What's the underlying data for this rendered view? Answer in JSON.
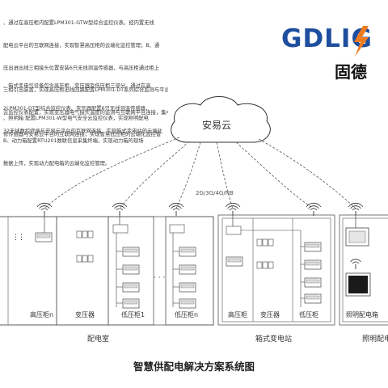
{
  "intro": {
    "p1": [
      "、通过在高压柜内配置LPM301-GTW型综合监控仪表，经内置无线",
      "配电云平台的互联网连接，实现智慧高压柜的云端化监控管理；B、通",
      "压出进出线三相接头位置安装6只无线测温传感器，与高压柜通过柜上",
      "三相引出装置，实现高压柜出线回路配置LPM301-DT系列综合监测与平台上",
      "云监控仪表配置，实现变压器电气接头温度的监测与互联网平台连接，集中经",
      "修传感器与安易云平台的互联网连接，实现智慧低压柜的云端化监控管"
    ],
    "p2": [
      "、箱式变电气设备包含高压柜、变压器及低压柜三部分。通过在高",
      "2LPM301-DT型综合监控仪表、变压器配置6只无线测温传感器，",
      "32无线数控终端与安易云平台的互联网连接，实现箱式变电站的云端化"
    ],
    "p3": [
      "、照明箱 配置LPM301-W型电气安全云监控仪表，实现照明配电",
      "B、动力箱配置RTU201数联信息采集终端，实现动力箱的现场",
      "数据上传，实现动力配电箱的云端化监控管理。"
    ]
  },
  "logo": {
    "text": "GDLIG",
    "chinese": "固德"
  },
  "cloud": {
    "label": "安易云"
  },
  "network": {
    "label": "2G/3G/4G/NB"
  },
  "groups": [
    {
      "label": "配电室"
    },
    {
      "label": "箱式变电站"
    },
    {
      "label": "照明配电"
    }
  ],
  "devices": {
    "gaoyagui_n": "高压柜n",
    "bianyaqi_1": "变压器",
    "diyagui_1": "低压柜1",
    "diyagui_n": "低压柜n",
    "gaoyagui_box": "高压柜",
    "bianyaqi_box": "变压器",
    "diyagui_box": "低压柜",
    "zhaoming": "照明配电箱"
  },
  "caption": "智慧供配电解决方案系统图",
  "colors": {
    "logo_blue": "#1e4f9f",
    "logo_orange": "#f07c1e",
    "line": "#444444"
  }
}
